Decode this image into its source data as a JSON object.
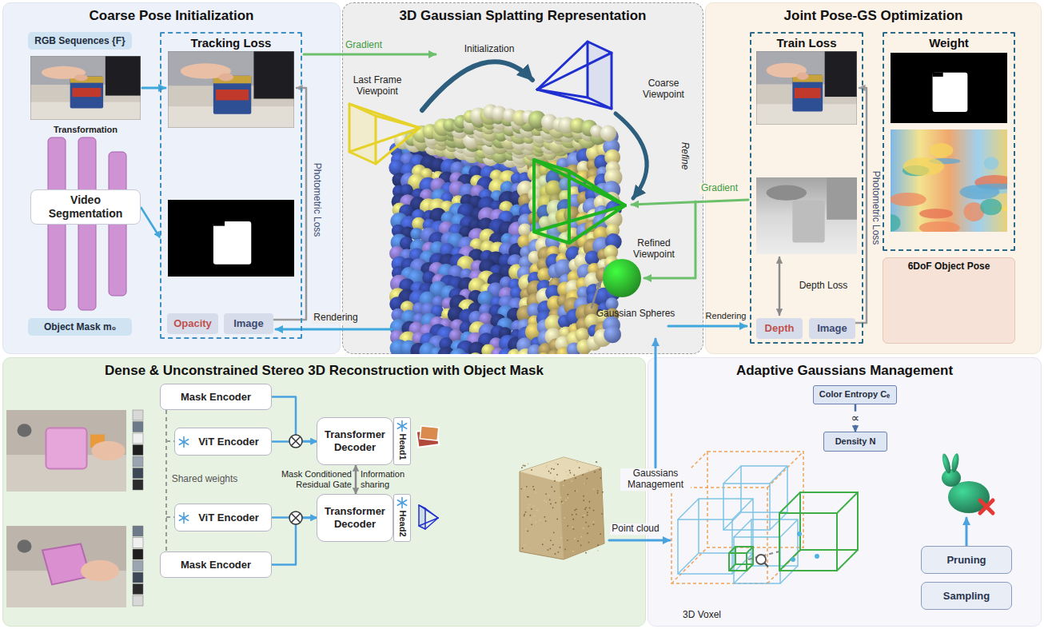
{
  "diagram": {
    "nodes": [
      {
        "text": [
          "Coarse Pose Initialization"
        ]
      },
      {
        "text": [
          "RGB Sequences {F}"
        ],
        "in": 0
      },
      {
        "text": [
          "Tracking Loss"
        ],
        "in": 0
      },
      {
        "text": [
          "Opacity"
        ],
        "in": 2
      },
      {
        "text": [
          "Image"
        ],
        "in": 2
      },
      {
        "text": [
          "Video Segmentation"
        ],
        "in": 0
      },
      {
        "text": [
          "Object Mask m₀"
        ],
        "in": 0
      },
      {
        "text": [
          "3D Gaussian Splatting Representation"
        ]
      },
      {
        "text": [
          "Joint Pose-GS Optimization"
        ]
      },
      {
        "text": [
          "Train Loss"
        ],
        "in": 8
      },
      {
        "text": [
          "Depth"
        ],
        "in": 9
      },
      {
        "text": [
          "Image"
        ],
        "in": 9
      },
      {
        "text": [
          "Weight"
        ],
        "in": 8
      },
      {
        "text": [
          "6DoF Object Pose"
        ],
        "in": 8
      },
      {
        "text": [
          "Dense & Unconstrained Stereo 3D Reconstruction with Object Mask"
        ]
      },
      {
        "text": [
          "Mask Encoder"
        ],
        "in": 14
      },
      {
        "text": [
          "ViT Encoder"
        ],
        "in": 14
      },
      {
        "text": [
          "Transformer Decoder"
        ],
        "in": 14
      },
      {
        "text": [
          "Head1"
        ],
        "in": 14
      },
      {
        "text": [
          "ViT Encoder"
        ],
        "in": 14
      },
      {
        "text": [
          "Mask Encoder"
        ],
        "in": 14
      },
      {
        "text": [
          "Transformer Decoder"
        ],
        "in": 14
      },
      {
        "text": [
          "Head2"
        ],
        "in": 14
      },
      {
        "text": [
          "Adaptive Gaussians Management"
        ]
      },
      {
        "text": [
          "Color Entropy Cₑ"
        ],
        "in": 23
      },
      {
        "text": [
          "Density N"
        ],
        "in": 23
      },
      {
        "text": [
          "Pruning"
        ],
        "in": 23
      },
      {
        "text": [
          "Sampling"
        ],
        "in": 23
      }
    ],
    "edges": [
      {
        "from": 5,
        "to": 2,
        "arrow": "to"
      },
      {
        "from": 15,
        "to": 17,
        "arrow": "to"
      },
      {
        "from": 16,
        "to": 17,
        "arrow": "to"
      },
      {
        "from": 19,
        "to": 21,
        "arrow": "to"
      },
      {
        "from": 20,
        "to": 21,
        "arrow": "to"
      },
      {
        "from": 17,
        "to": 21,
        "arrow": "both"
      },
      {
        "from": 24,
        "to": 25,
        "arrow": "to",
        "label": "∝"
      }
    ],
    "labels": [
      "Transformation",
      "Photometric Loss",
      "Gradient",
      "Initialization",
      "Last Frame Viewpoint",
      "Coarse Viewpoint",
      "Refine",
      "Refined Viewpoint",
      "Gaussian Spheres",
      "Rendering",
      "Gradient",
      "Rendering",
      "Photometric Loss",
      "Depth Loss",
      "Shared weights",
      "Mask Conditioned Residual Gate",
      "Information sharing",
      "Gaussians Management",
      "Point cloud",
      "3D Voxel"
    ]
  }
}
